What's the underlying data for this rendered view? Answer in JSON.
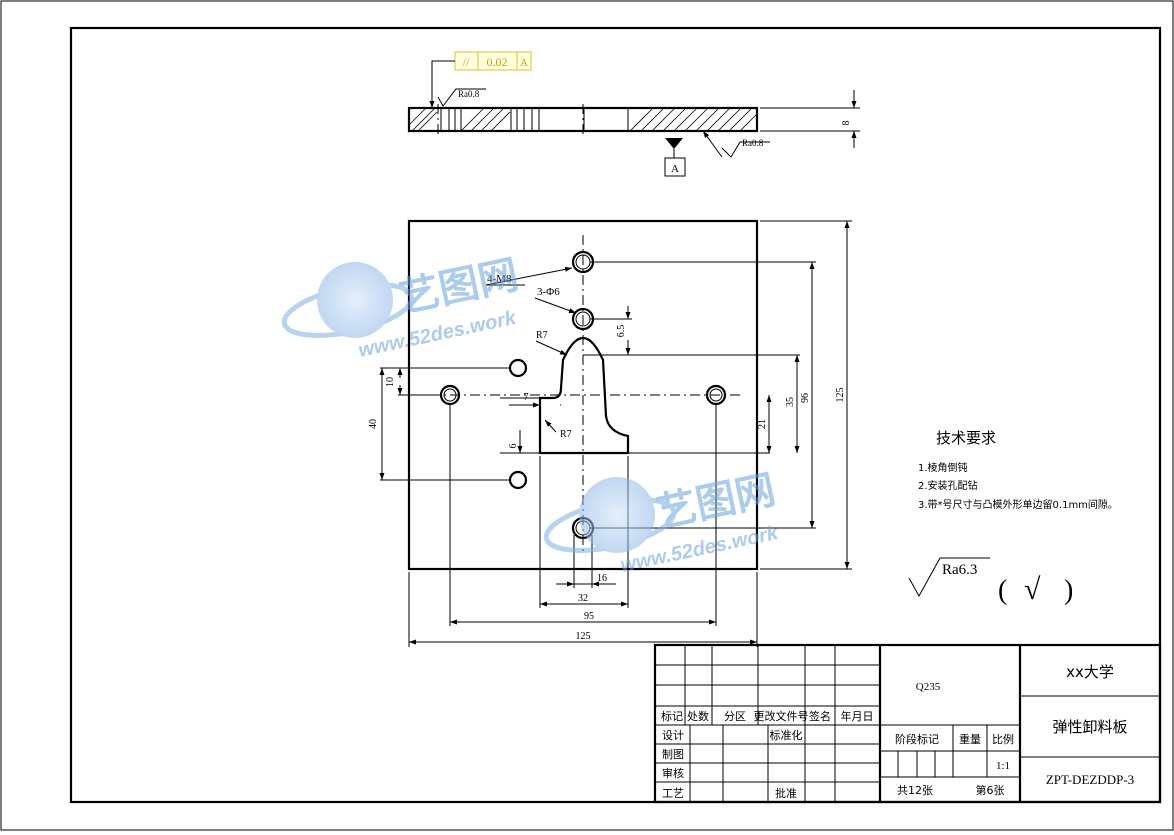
{
  "drawing": {
    "gdt_frame": {
      "symbol": "//",
      "tolerance": "0.02",
      "datum": "A"
    },
    "datum_label": "A",
    "roughness_top": "Ra0.8",
    "roughness_bottom": "Ra0.8",
    "thickness_dim": "8",
    "callouts": {
      "tapped_holes": "4-M8",
      "pin_holes": "3-Φ6",
      "radius_top": "R7",
      "radius_side": "R7"
    },
    "dims": {
      "d10": "10",
      "d40": "40",
      "d7": "7",
      "d6": "6",
      "d6_5": "6.5",
      "d21": "21",
      "d35": "35",
      "d96": "96",
      "d125_v": "125",
      "d16": "16",
      "d32": "32",
      "d95": "95",
      "d125_h": "125"
    },
    "tech_requirements": {
      "title": "技术要求",
      "items": [
        "1.棱角倒钝",
        "2.安装孔配钻",
        "3.带*号尺寸与凸模外形单边留0.1mm间隙。"
      ]
    },
    "general_roughness": {
      "value": "Ra6.3",
      "open": "(",
      "check": "√",
      "close": ")"
    }
  },
  "title_block": {
    "material": "Q235",
    "university": "xx大学",
    "part_name": "弹性卸料板",
    "drawing_no": "ZPT-DEZDDP-3",
    "headers": [
      "标记",
      "处数",
      "分区",
      "更改文件号",
      "签名",
      "年月日"
    ],
    "rows": {
      "design": "设计",
      "standard": "标准化",
      "drafting": "制图",
      "review": "审核",
      "process": "工艺",
      "approve": "批准"
    },
    "stage_label": "阶段标记",
    "weight_label": "重量",
    "scale_label": "比例",
    "scale_value": "1:1",
    "sheets_total": "共12张",
    "sheet_no": "第6张"
  },
  "watermark": {
    "brand": "艺图网",
    "url": "www.52des.work"
  }
}
